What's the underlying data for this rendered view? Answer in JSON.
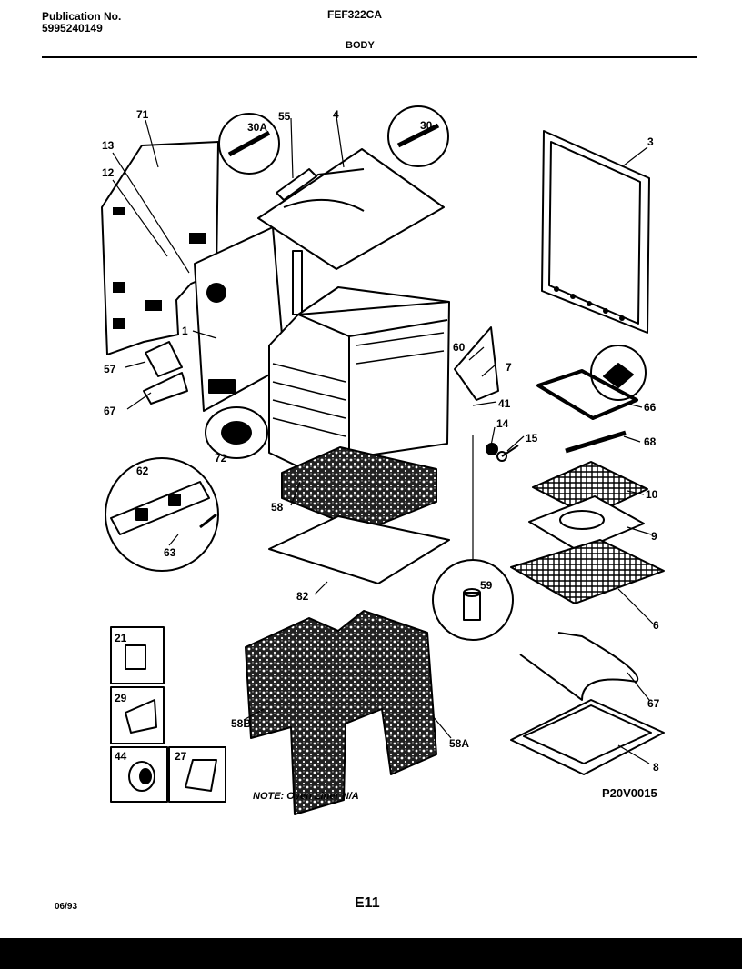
{
  "header": {
    "publication_label": "Publication No.",
    "publication_number": "5995240149",
    "model": "FEF322CA",
    "section": "BODY"
  },
  "callouts": [
    "71",
    "13",
    "12",
    "30A",
    "55",
    "4",
    "30",
    "3",
    "1",
    "57",
    "67",
    "72",
    "60",
    "7",
    "41",
    "66",
    "14",
    "15",
    "68",
    "62",
    "63",
    "58",
    "10",
    "9",
    "59",
    "82",
    "6",
    "21",
    "29",
    "44",
    "27",
    "67",
    "58B",
    "58A",
    "8"
  ],
  "note": "NOTE: Oven Liner N/A",
  "diagram_code": "P20V0015",
  "footer": {
    "date": "06/93",
    "page": "E11"
  }
}
